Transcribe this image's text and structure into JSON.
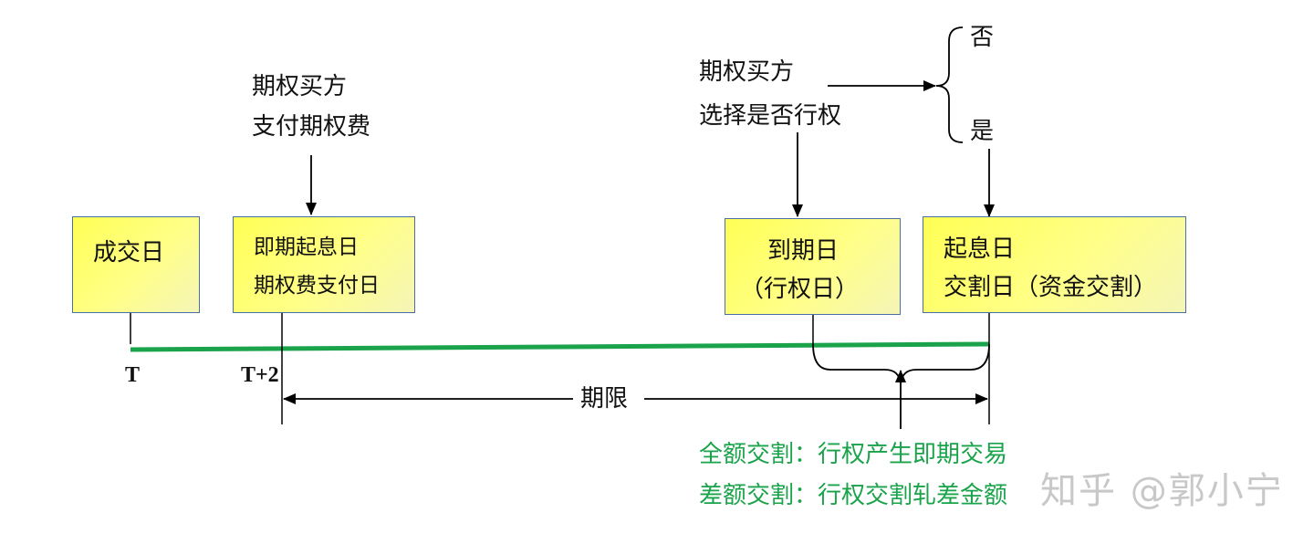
{
  "boxes": {
    "trade_date": "成交日",
    "value_date": [
      "即期起息日",
      "期权费支付日"
    ],
    "expiry_date": [
      "到期日",
      "（行权日）"
    ],
    "settle_date": [
      "起息日",
      "交割日（资金交割）"
    ]
  },
  "notes": {
    "premium": [
      "期权买方",
      "支付期权费"
    ],
    "decision": [
      "期权买方",
      "选择是否行权"
    ],
    "no": "否",
    "yes": "是"
  },
  "timeline": {
    "t_label": "T",
    "t2_label": "T+2",
    "tenor_label": "期限"
  },
  "delivery": {
    "full": "全额交割：行权产生即期交易",
    "net": "差额交割：行权交割轧差金额"
  },
  "watermark": "知乎 @郭小宁",
  "colors": {
    "green": "#1aa34a",
    "box_fill": "#ffff66",
    "box_border": "#4a6fa5"
  }
}
